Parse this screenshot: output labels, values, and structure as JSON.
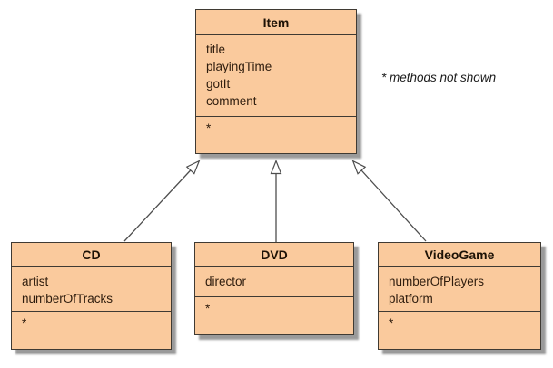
{
  "note": {
    "text": "* methods not shown"
  },
  "classes": {
    "item": {
      "name": "Item",
      "attributes": [
        "title",
        "playingTime",
        "gotIt",
        "comment"
      ],
      "methods_placeholder": "*"
    },
    "cd": {
      "name": "CD",
      "attributes": [
        "artist",
        "numberOfTracks"
      ],
      "methods_placeholder": "*"
    },
    "dvd": {
      "name": "DVD",
      "attributes": [
        "director"
      ],
      "methods_placeholder": "*"
    },
    "videogame": {
      "name": "VideoGame",
      "attributes": [
        "numberOfPlayers",
        "platform"
      ],
      "methods_placeholder": "*"
    }
  },
  "relationships": [
    {
      "from": "CD",
      "to": "Item",
      "type": "generalization"
    },
    {
      "from": "DVD",
      "to": "Item",
      "type": "generalization"
    },
    {
      "from": "VideoGame",
      "to": "Item",
      "type": "generalization"
    }
  ],
  "colors": {
    "class_fill": "#FACA9D",
    "class_border": "#3f3a33",
    "connector": "#4d4d4d",
    "text": "#2e1c0d",
    "note_text": "#1a1a1a"
  }
}
